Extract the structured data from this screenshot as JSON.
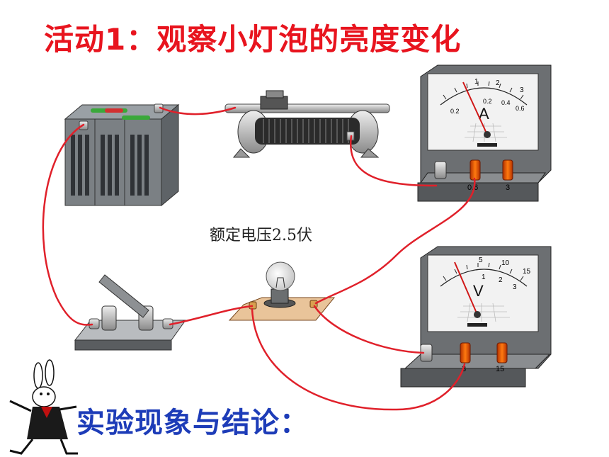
{
  "title": "活动1：观察小灯泡的亮度变化",
  "rated_label": "额定电压2.5伏",
  "conclusion_heading": "实验现象与结论：",
  "ammeter": {
    "unit": "A",
    "scale_top": [
      "1",
      "2",
      "3"
    ],
    "scale_bottom": [
      "0.2",
      "0.2",
      "0.4",
      "0.6"
    ],
    "terminals": [
      "0.6",
      "3"
    ]
  },
  "voltmeter": {
    "unit": "V",
    "scale_top": [
      "5",
      "10",
      "15"
    ],
    "scale_bottom": [
      "1",
      "2",
      "3"
    ],
    "terminals": [
      "3",
      "15"
    ]
  },
  "colors": {
    "title": "#e8141e",
    "heading": "#1d3cb8",
    "wire": "#e0202a"
  }
}
